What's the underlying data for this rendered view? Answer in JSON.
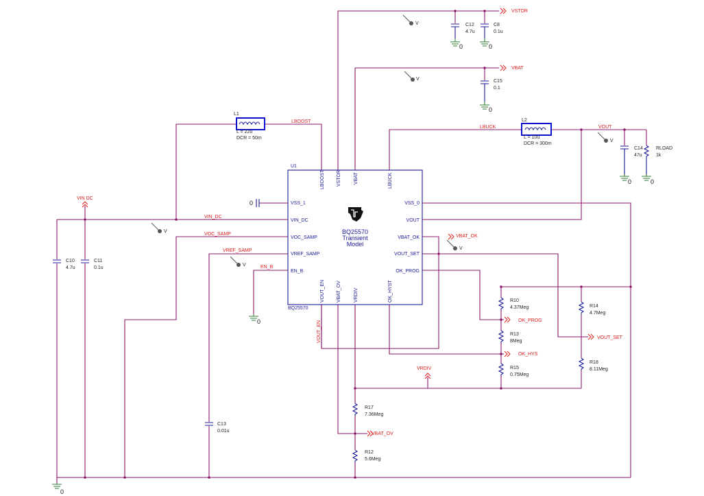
{
  "chip": {
    "ref": "U1",
    "part": "BQ25570",
    "title_lines": [
      "BQ25570",
      "Transient",
      "Model"
    ],
    "pins_left": [
      "VSS_1",
      "VIN_DC",
      "VOC_SAMP",
      "VREF_SAMP",
      "EN_B"
    ],
    "pins_right": [
      "VSS_0",
      "VOUT",
      "VBAT_OK",
      "VOUT_SET",
      "OK_PROG"
    ],
    "pins_top": [
      "LBOOST",
      "VSTOR",
      "VBAT",
      "LBUCK"
    ],
    "pins_bottom": [
      "VOUT_EN",
      "VBAT_OV",
      "VRDIV",
      "OK_HYST"
    ]
  },
  "nets": {
    "vstor": "VSTOR",
    "vbat": "VBAT",
    "vout": "VOUT",
    "vin_dc": "VIN DC",
    "vin_dc_wire": "VIN_DC",
    "voc_samp": "VOC_SAMP",
    "vref_samp": "VREF_SAMP",
    "en_b": "EN_B",
    "lboost": "LBOOST",
    "lbuck": "LBUCK",
    "vbat_ok": "VBAT_OK",
    "ok_prog": "OK_PROG",
    "vout_set": "VOUT_SET",
    "ok_hys": "OK_HYS",
    "vrdiv": "VRDIV",
    "vbat_ov": "VBAT_OV",
    "vout_en": "VOUT_EN",
    "vss1_value": "0"
  },
  "components": {
    "l1": {
      "ref": "L1",
      "value": "L = 22u",
      "dcr": "DCR = 50m"
    },
    "l2": {
      "ref": "L2",
      "value": "L = 10u",
      "dcr": "DCR = 300m"
    },
    "c12": {
      "ref": "C12",
      "value": "4.7u"
    },
    "c8": {
      "ref": "C8",
      "value": "0.1u"
    },
    "c15": {
      "ref": "C15",
      "value": "0.1"
    },
    "c14": {
      "ref": "C14",
      "value": "47u"
    },
    "rload": {
      "ref": "RLOAD",
      "value": "1k"
    },
    "c10": {
      "ref": "C10",
      "value": "4.7u"
    },
    "c11": {
      "ref": "C11",
      "value": "0.1u"
    },
    "c13": {
      "ref": "C13",
      "value": "0.01u"
    },
    "r10": {
      "ref": "R10",
      "value": "4.37Meg"
    },
    "r13": {
      "ref": "R13",
      "value": "8Meg"
    },
    "r15": {
      "ref": "R15",
      "value": "0.75Meg"
    },
    "r14": {
      "ref": "R14",
      "value": "4.7Meg"
    },
    "r18": {
      "ref": "R18",
      "value": "8.11Meg"
    },
    "r17": {
      "ref": "R17",
      "value": "7.36Meg"
    },
    "r12": {
      "ref": "R12",
      "value": "5.6Meg"
    }
  },
  "ground_label": "0",
  "probe_label": "V",
  "colors": {
    "wire": "#8b1a6b",
    "component": "#1a1a99",
    "net_label": "#e01b1b",
    "ground": "#2e7d32",
    "inductor_box": "#1010cc"
  }
}
